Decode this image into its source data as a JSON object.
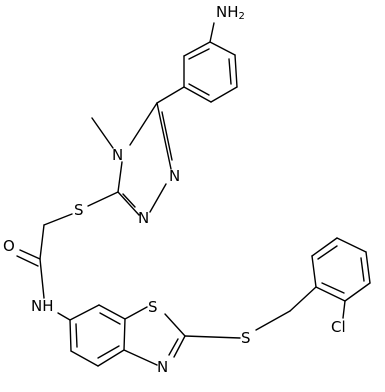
{
  "atoms": {
    "nh2": {
      "main": "NH",
      "sub": "2"
    },
    "methyl_n": "N",
    "triazole_n1": "N",
    "triazole_n2": "N",
    "thioether_s": "S",
    "carbonyl_o": "O",
    "amide_nh": "NH",
    "thiazole_s": "S",
    "thiazole_n": "N",
    "exo_s": "S",
    "chloro": "Cl"
  }
}
